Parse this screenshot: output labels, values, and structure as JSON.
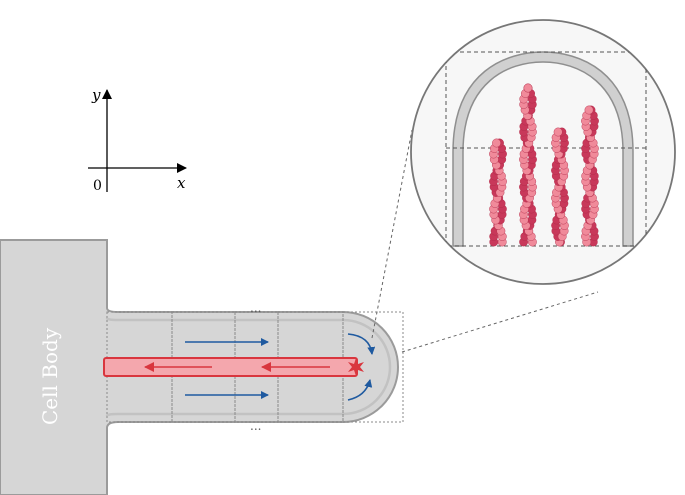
{
  "axes": {
    "y_label": "y",
    "x_label": "x",
    "origin_label": "0"
  },
  "cell_body": {
    "label": "Cell Body"
  },
  "ellipsis_top": "...",
  "ellipsis_bottom": "...",
  "colors": {
    "membrane_fill": "#d6d6d6",
    "membrane_stroke": "#9b9b9b",
    "flow_arrow": "#1f5aa0",
    "filament": "#e04a5a",
    "filament_fill": "#f4a7ad",
    "monomer_dark": "#c8385a",
    "monomer_light": "#f08a9a"
  }
}
